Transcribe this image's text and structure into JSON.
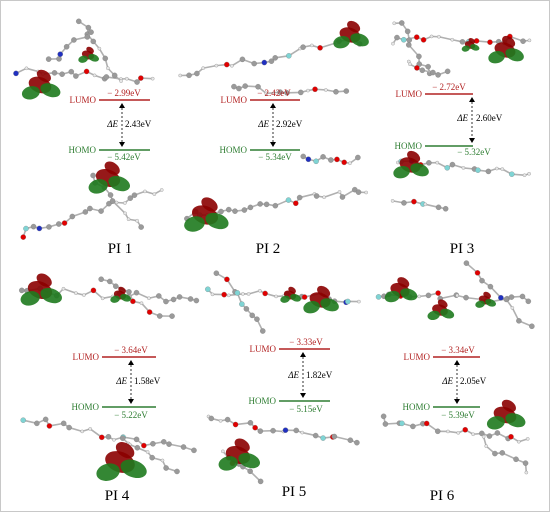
{
  "panels": [
    {
      "name": "PI  1",
      "lumo": "− 2.99eV",
      "homo": "− 5.42eV",
      "gap": "2.43eV"
    },
    {
      "name": "PI  2",
      "lumo": "− 2.42eV",
      "homo": "− 5.34eV",
      "gap": "2.92eV"
    },
    {
      "name": "PI  3",
      "lumo": "− 2.72eV",
      "homo": "− 5.32eV",
      "gap": "2.60eV"
    },
    {
      "name": "PI 4",
      "lumo": "− 3.64eV",
      "homo": "− 5.22eV",
      "gap": "1.58eV"
    },
    {
      "name": "PI 5",
      "lumo": "− 3.33eV",
      "homo": "− 5.15eV",
      "gap": "1.82eV"
    },
    {
      "name": "PI 6",
      "lumo": "− 3.34eV",
      "homo": "− 5.39eV",
      "gap": "2.05eV"
    }
  ],
  "labels": {
    "lumo": "LUMO",
    "homo": "HOMO",
    "delta": "ΔE"
  },
  "colors": {
    "lumo": "#b22222",
    "homo": "#2e7d32",
    "lobe_red": "#8b0000",
    "lobe_green": "#1e7a1e",
    "atom": "#9a9a9a",
    "oxygen": "#e00000",
    "fluorine": "#7fd4d4",
    "nitrogen": "#2030c0",
    "frame": "#c8c8c8"
  }
}
